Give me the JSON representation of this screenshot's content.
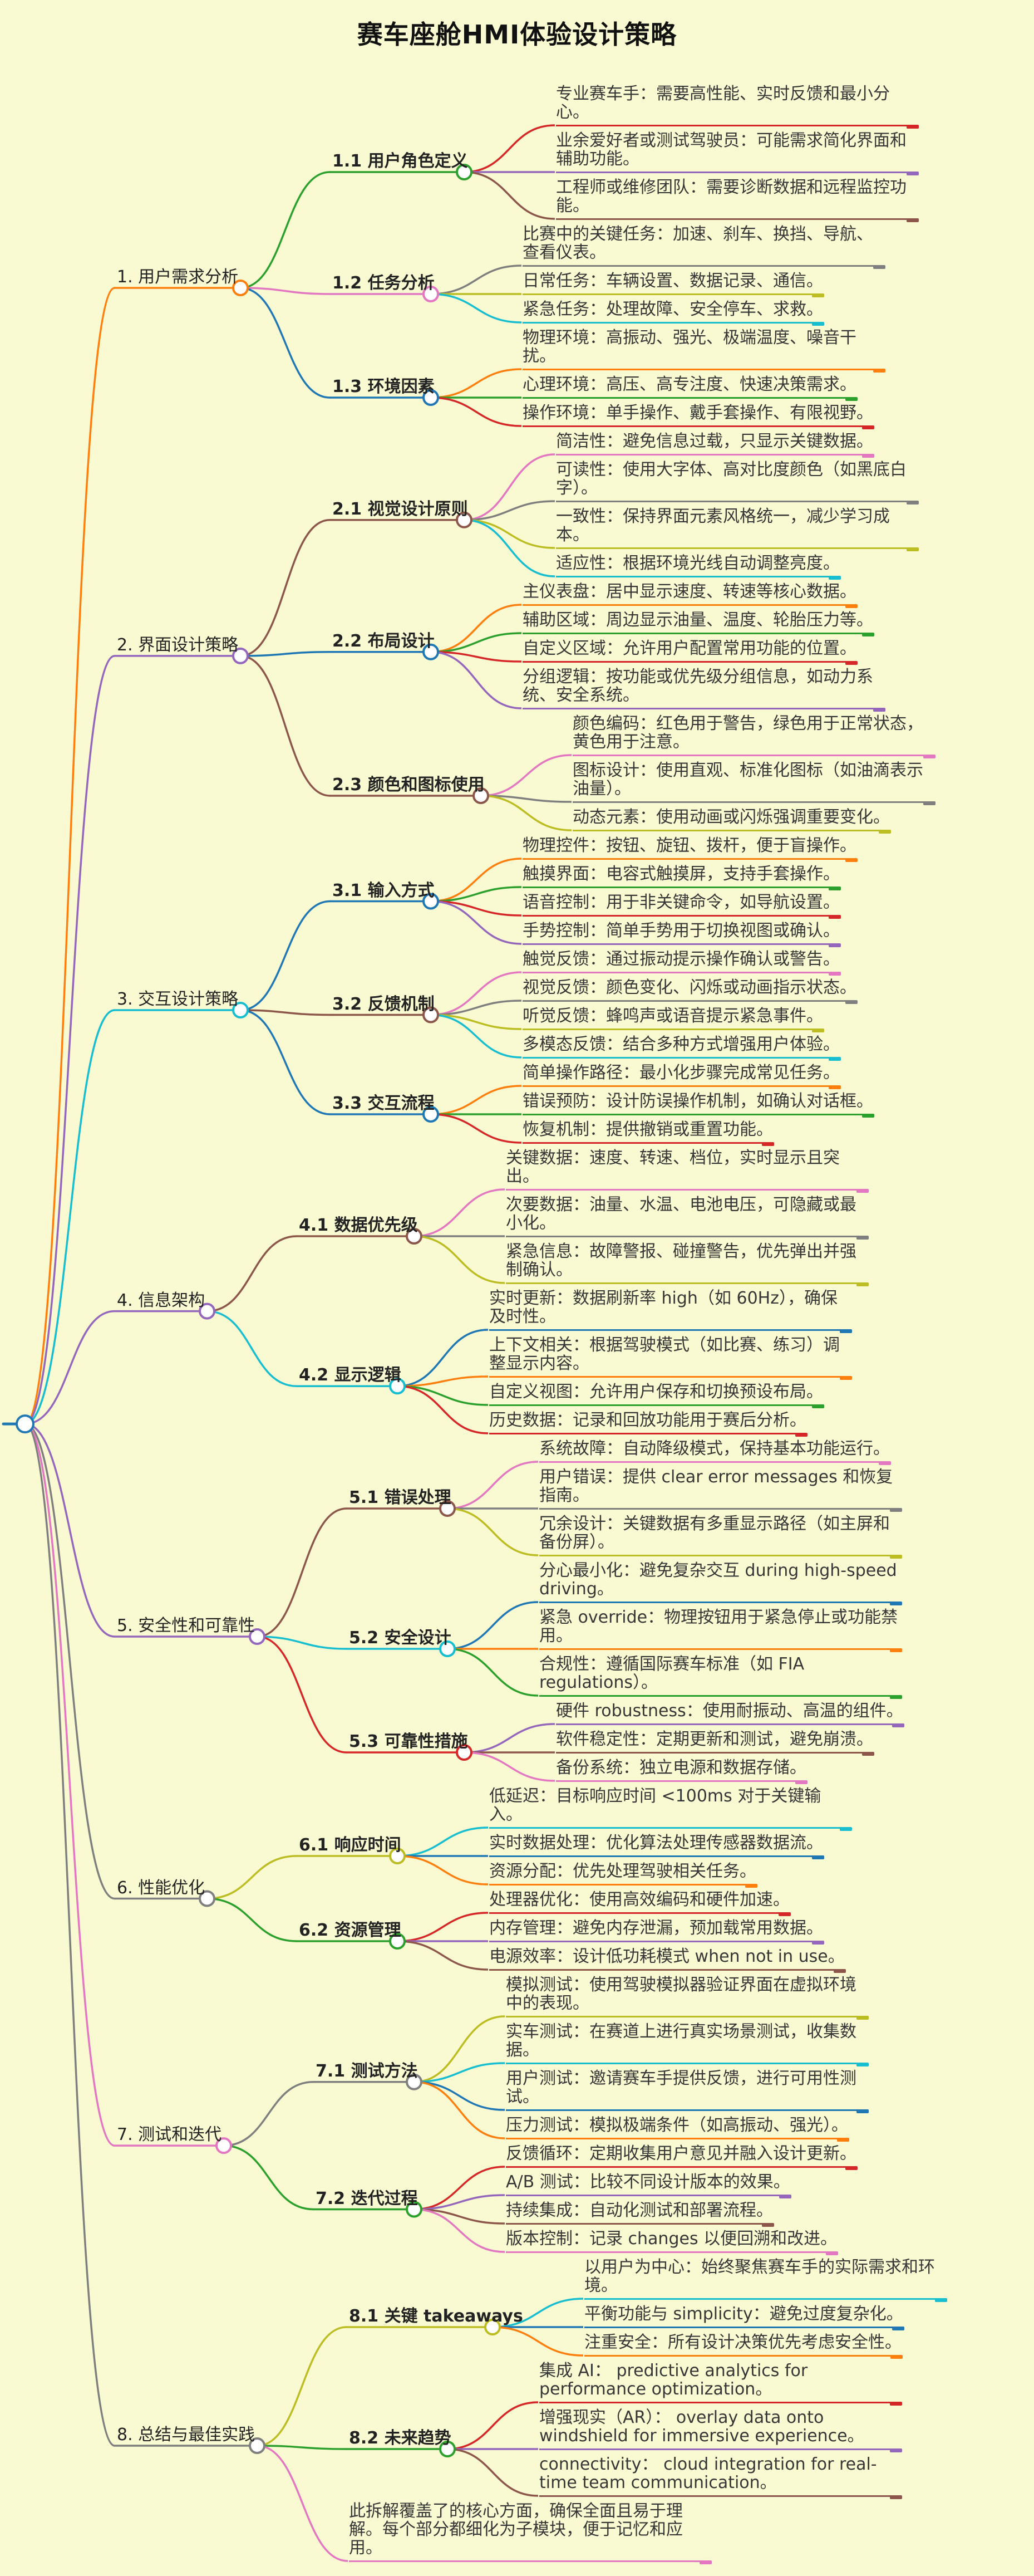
{
  "title": "赛车座舱HMI体验设计策略",
  "background": "#fafad2",
  "palette": [
    "#1f77b4",
    "#ff7f0e",
    "#2ca02c",
    "#d62728",
    "#9467bd",
    "#8c564b",
    "#e377c2",
    "#7f7f7f",
    "#bcbd22",
    "#17becf"
  ],
  "mindmap": {
    "branches": [
      {
        "label": "1. 用户需求分析",
        "topics": [
          {
            "label": "1.1 用户角色定义",
            "leaves": [
              "专业赛车手：需要高性能、实时反馈和最小分心。",
              "业余爱好者或测试驾驶员：可能需求简化界面和辅助功能。",
              "工程师或维修团队：需要诊断数据和远程监控功能。"
            ]
          },
          {
            "label": "1.2 任务分析",
            "leaves": [
              "比赛中的关键任务：加速、刹车、换挡、导航、查看仪表。",
              "日常任务：车辆设置、数据记录、通信。",
              "紧急任务：处理故障、安全停车、求救。"
            ]
          },
          {
            "label": "1.3 环境因素",
            "leaves": [
              "物理环境：高振动、强光、极端温度、噪音干扰。",
              "心理环境：高压、高专注度、快速决策需求。",
              "操作环境：单手操作、戴手套操作、有限视野。"
            ]
          }
        ]
      },
      {
        "label": "2. 界面设计策略",
        "topics": [
          {
            "label": "2.1 视觉设计原则",
            "leaves": [
              "简洁性：避免信息过载，只显示关键数据。",
              "可读性：使用大字体、高对比度颜色（如黑底白字）。",
              "一致性：保持界面元素风格统一，减少学习成本。",
              "适应性：根据环境光线自动调整亮度。"
            ]
          },
          {
            "label": "2.2 布局设计",
            "leaves": [
              "主仪表盘：居中显示速度、转速等核心数据。",
              "辅助区域：周边显示油量、温度、轮胎压力等。",
              "自定义区域：允许用户配置常用功能的位置。",
              "分组逻辑：按功能或优先级分组信息，如动力系统、安全系统。"
            ]
          },
          {
            "label": "2.3 颜色和图标使用",
            "leaves": [
              "颜色编码：红色用于警告，绿色用于正常状态，黄色用于注意。",
              "图标设计：使用直观、标准化图标（如油滴表示油量）。",
              "动态元素：使用动画或闪烁强调重要变化。"
            ]
          }
        ]
      },
      {
        "label": "3. 交互设计策略",
        "topics": [
          {
            "label": "3.1 输入方式",
            "leaves": [
              "物理控件：按钮、旋钮、拨杆，便于盲操作。",
              "触摸界面：电容式触摸屏，支持手套操作。",
              "语音控制：用于非关键命令，如导航设置。",
              "手势控制：简单手势用于切换视图或确认。"
            ]
          },
          {
            "label": "3.2 反馈机制",
            "leaves": [
              "触觉反馈：通过振动提示操作确认或警告。",
              "视觉反馈：颜色变化、闪烁或动画指示状态。",
              "听觉反馈：蜂鸣声或语音提示紧急事件。",
              "多模态反馈：结合多种方式增强用户体验。"
            ]
          },
          {
            "label": "3.3 交互流程",
            "leaves": [
              "简单操作路径：最小化步骤完成常见任务。",
              "错误预防：设计防误操作机制，如确认对话框。",
              "恢复机制：提供撤销或重置功能。"
            ]
          }
        ]
      },
      {
        "label": "4. 信息架构",
        "topics": [
          {
            "label": "4.1 数据优先级",
            "leaves": [
              "关键数据：速度、转速、档位，实时显示且突出。",
              "次要数据：油量、水温、电池电压，可隐藏或最小化。",
              "紧急信息：故障警报、碰撞警告，优先弹出并强制确认。"
            ]
          },
          {
            "label": "4.2 显示逻辑",
            "leaves": [
              "实时更新：数据刷新率 high（如 60Hz），确保及时性。",
              "上下文相关：根据驾驶模式（如比赛、练习）调整显示内容。",
              "自定义视图：允许用户保存和切换预设布局。",
              "历史数据：记录和回放功能用于赛后分析。"
            ]
          }
        ]
      },
      {
        "label": "5. 安全性和可靠性",
        "topics": [
          {
            "label": "5.1 错误处理",
            "leaves": [
              "系统故障：自动降级模式，保持基本功能运行。",
              "用户错误：提供 clear error messages 和恢复指南。",
              "冗余设计：关键数据有多重显示路径（如主屏和备份屏）。"
            ]
          },
          {
            "label": "5.2 安全设计",
            "leaves": [
              "分心最小化：避免复杂交互 during high-speed driving。",
              "紧急 override：物理按钮用于紧急停止或功能禁用。",
              "合规性：遵循国际赛车标准（如 FIA regulations）。"
            ]
          },
          {
            "label": "5.3 可靠性措施",
            "leaves": [
              "硬件 robustness：使用耐振动、高温的组件。",
              "软件稳定性：定期更新和测试，避免崩溃。",
              "备份系统：独立电源和数据存储。"
            ]
          }
        ]
      },
      {
        "label": "6. 性能优化",
        "topics": [
          {
            "label": "6.1 响应时间",
            "leaves": [
              "低延迟：目标响应时间 <100ms 对于关键输入。",
              "实时数据处理：优化算法处理传感器数据流。",
              "资源分配：优先处理驾驶相关任务。"
            ]
          },
          {
            "label": "6.2 资源管理",
            "leaves": [
              "处理器优化：使用高效编码和硬件加速。",
              "内存管理：避免内存泄漏，预加载常用数据。",
              "电源效率：设计低功耗模式 when not in use。"
            ]
          }
        ]
      },
      {
        "label": "7. 测试和迭代",
        "topics": [
          {
            "label": "7.1 测试方法",
            "leaves": [
              "模拟测试：使用驾驶模拟器验证界面在虚拟环境中的表现。",
              "实车测试：在赛道上进行真实场景测试，收集数据。",
              "用户测试：邀请赛车手提供反馈，进行可用性测试。",
              "压力测试：模拟极端条件（如高振动、强光）。"
            ]
          },
          {
            "label": "7.2 迭代过程",
            "leaves": [
              "反馈循环：定期收集用户意见并融入设计更新。",
              "A/B 测试：比较不同设计版本的效果。",
              "持续集成：自动化测试和部署流程。",
              "版本控制：记录 changes 以便回溯和改进。"
            ]
          }
        ]
      },
      {
        "label": "8. 总结与最佳实践",
        "topics": [
          {
            "label": "8.1 关键 takeaways",
            "leaves": [
              "以用户为中心：始终聚焦赛车手的实际需求和环境。",
              "平衡功能与 simplicity：避免过度复杂化。",
              "注重安全：所有设计决策优先考虑安全性。"
            ]
          },
          {
            "label": "8.2 未来趋势",
            "leaves": [
              "集成 AI： predictive analytics for performance optimization。",
              "增强现实（AR）： overlay data onto windshield for immersive experience。",
              "connectivity： cloud integration for real-time team communication。"
            ]
          }
        ],
        "leaves": [
          "此拆解覆盖了的核心方面，确保全面且易于理解。每个部分都细化为子模块，便于记忆和应用。"
        ]
      }
    ]
  }
}
